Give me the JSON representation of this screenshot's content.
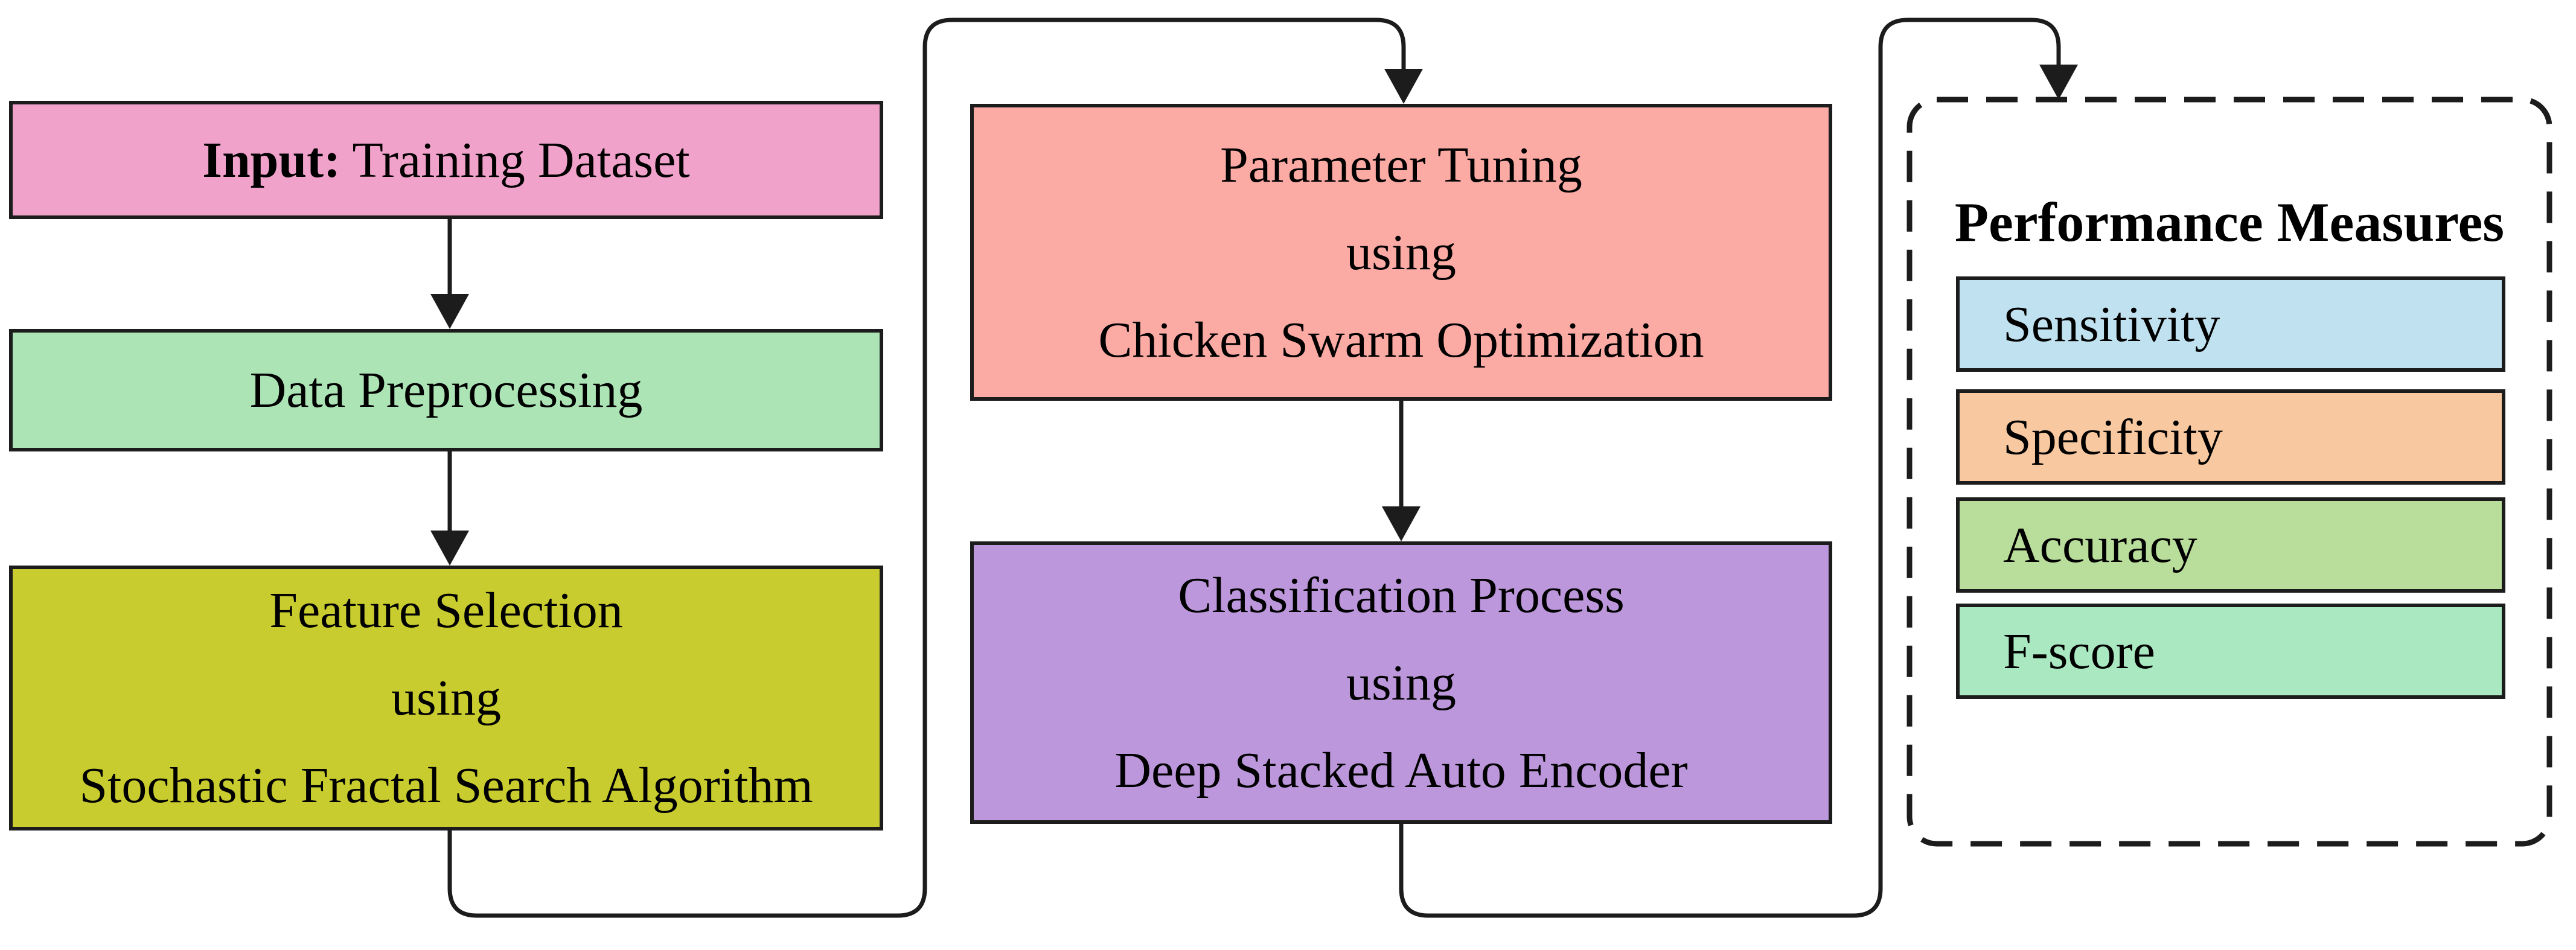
{
  "figure": {
    "type": "flowchart",
    "left_column": {
      "input_box": {
        "label_bold": "Input:",
        "label_rest": " Training Dataset",
        "color": "#f1a2cb"
      },
      "preprocess_box": {
        "label": "Data Preprocessing",
        "color": "#ace4b6"
      },
      "feature_box": {
        "lines": [
          "Feature Selection",
          "using",
          "Stochastic Fractal Search Algorithm"
        ],
        "color": "#c9cc2e"
      }
    },
    "middle_column": {
      "tuning_box": {
        "lines": [
          "Parameter Tuning",
          "using",
          "Chicken Swarm Optimization"
        ],
        "color": "#fbaaa4"
      },
      "classification_box": {
        "lines": [
          "Classification Process",
          "using",
          "Deep Stacked Auto Encoder"
        ],
        "color": "#bd97dc"
      }
    },
    "right_column": {
      "title": "Performance Measures",
      "metrics": [
        {
          "label": "Sensitivity",
          "color": "#c0e1ef"
        },
        {
          "label": "Specificity",
          "color": "#f8c9a1"
        },
        {
          "label": "Accuracy",
          "color": "#b9dd9b"
        },
        {
          "label": "F-score",
          "color": "#a9e8c1"
        }
      ]
    },
    "line_color": "#1c1c1c"
  }
}
